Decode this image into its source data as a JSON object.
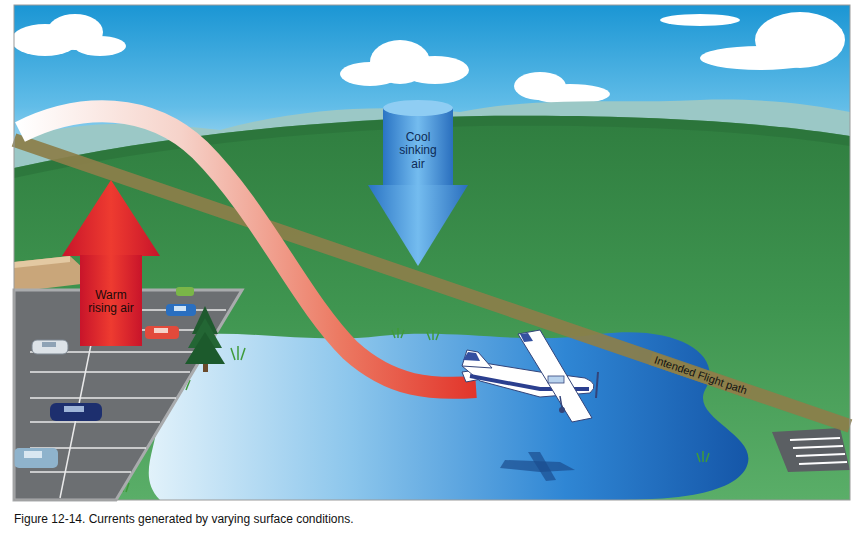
{
  "diagram": {
    "caption": "Figure 12-14. Currents generated by varying surface conditions.",
    "nodes": [
      {
        "text": [
          "Warm rising air"
        ]
      },
      {
        "text": [
          "Cool sinking air"
        ]
      }
    ],
    "labels": [
      "Intended Flight path"
    ]
  }
}
